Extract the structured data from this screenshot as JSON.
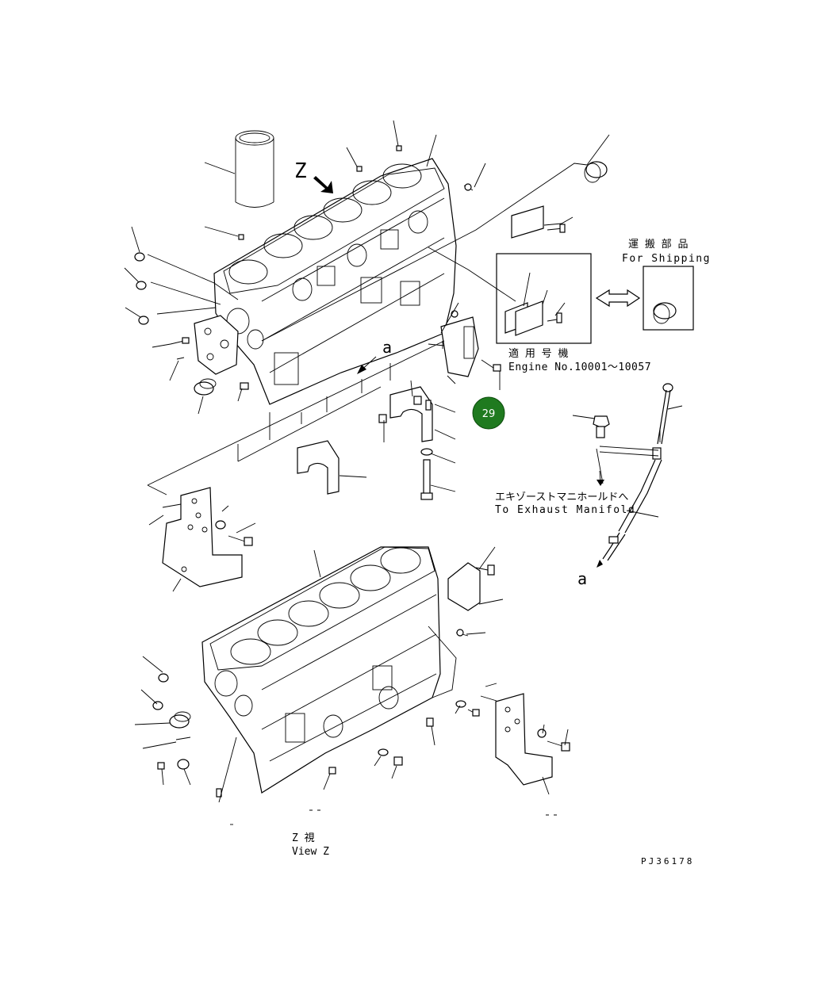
{
  "labels": {
    "view_z_letter": "Z",
    "ref_a_top": "a",
    "ref_a_right": "a",
    "for_shipping_jp": "運 搬 部 品",
    "for_shipping_en": "For Shipping",
    "applicable_jp": "適 用 号 機",
    "engine_no": "Engine No.10001～10057",
    "exhaust_jp": "エキゾーストマニホールドへ",
    "exhaust_en": "To Exhaust Manifold",
    "view_z_jp": "Z 視",
    "view_z_en": "View Z",
    "drawing_code": "PJ36178"
  },
  "callout": {
    "number": "29",
    "color": "#1f7a1f"
  },
  "colors": {
    "line": "#000000",
    "background": "#ffffff"
  }
}
